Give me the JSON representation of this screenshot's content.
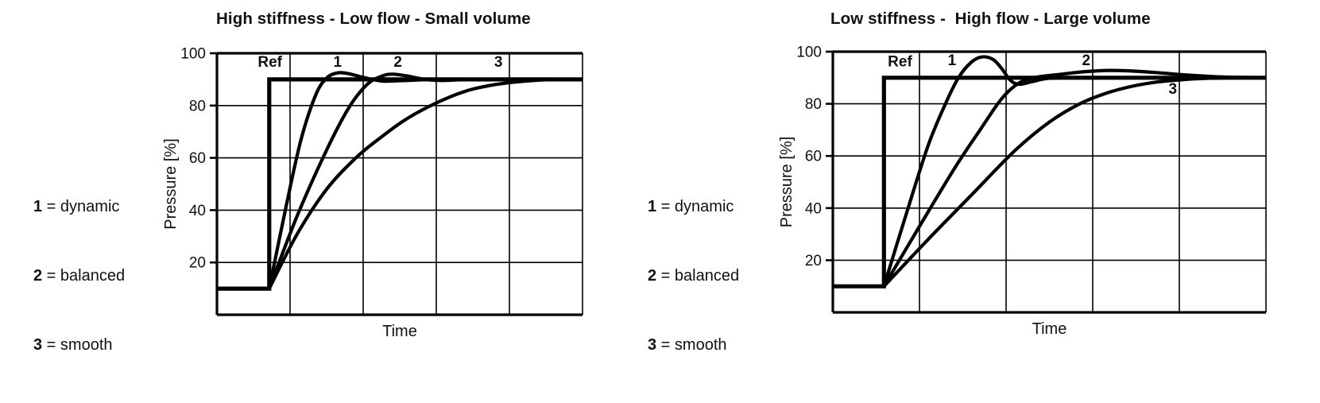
{
  "panels": [
    {
      "id": "left",
      "title": "High stiffness - Low flow - Small volume",
      "legend": {
        "rows": [
          {
            "num": "1",
            "eq": " = ",
            "text": "dynamic"
          },
          {
            "num": "2",
            "eq": " = ",
            "text": "balanced"
          },
          {
            "num": "3",
            "eq": " = ",
            "text": "smooth"
          }
        ]
      },
      "chart_data": {
        "type": "line",
        "title": "High stiffness - Low flow - Small volume",
        "xlabel": "Time",
        "ylabel": "Pressure [%]",
        "ylim": [
          0,
          100
        ],
        "xlim": [
          0,
          1
        ],
        "yticks": [
          20,
          40,
          60,
          80,
          100
        ],
        "ytick_labels": [
          "20",
          "40",
          "60",
          "80",
          "100"
        ],
        "xticks": [
          0.2,
          0.4,
          0.6,
          0.8
        ],
        "xtick_labels": [
          "",
          "",
          "",
          ""
        ],
        "grid": true,
        "legend_position": "inline-annotations",
        "annotations": [
          {
            "label": "Ref",
            "x": 0.145,
            "y": 97
          },
          {
            "label": "1",
            "x": 0.33,
            "y": 97
          },
          {
            "label": "2",
            "x": 0.495,
            "y": 97
          },
          {
            "label": "3",
            "x": 0.77,
            "y": 97
          }
        ],
        "series": [
          {
            "name": "Ref",
            "kind": "step",
            "x": [
              0.0,
              0.143,
              0.143,
              1.0
            ],
            "values": [
              10,
              10,
              90,
              90
            ]
          },
          {
            "name": "1",
            "kind": "dynamic",
            "x": [
              0.143,
              0.19,
              0.23,
              0.27,
              0.3,
              0.33,
              0.36,
              0.4,
              0.45,
              0.5,
              0.6,
              0.75,
              1.0
            ],
            "values": [
              10,
              42,
              67,
              84,
              90.5,
              92.5,
              92.2,
              90.8,
              89.4,
              89.5,
              90,
              90,
              90
            ]
          },
          {
            "name": "2",
            "kind": "balanced",
            "x": [
              0.143,
              0.22,
              0.3,
              0.36,
              0.41,
              0.45,
              0.48,
              0.52,
              0.57,
              0.62,
              0.7,
              0.85,
              1.0
            ],
            "values": [
              10,
              38,
              63,
              79,
              88,
              91.2,
              92,
              91.3,
              90.0,
              89.6,
              90,
              90,
              90
            ]
          },
          {
            "name": "3",
            "kind": "smooth",
            "x": [
              0.143,
              0.22,
              0.3,
              0.38,
              0.45,
              0.52,
              0.6,
              0.68,
              0.76,
              0.84,
              0.92,
              1.0
            ],
            "values": [
              10,
              31,
              48,
              60,
              68,
              75,
              81,
              85.5,
              88,
              89.3,
              90,
              90
            ]
          }
        ]
      }
    },
    {
      "id": "right",
      "title": "Low stiffness -  High flow - Large volume",
      "legend": {
        "rows": [
          {
            "num": "1",
            "eq": " = ",
            "text": "dynamic"
          },
          {
            "num": "2",
            "eq": " = ",
            "text": "balanced"
          },
          {
            "num": "3",
            "eq": " = ",
            "text": "smooth"
          }
        ]
      },
      "chart_data": {
        "type": "line",
        "title": "Low stiffness -  High flow - Large volume",
        "xlabel": "Time",
        "ylabel": "Pressure [%]",
        "ylim": [
          0,
          100
        ],
        "xlim": [
          0,
          1
        ],
        "yticks": [
          20,
          40,
          60,
          80,
          100
        ],
        "ytick_labels": [
          "20",
          "40",
          "60",
          "80",
          "100"
        ],
        "xticks": [
          0.2,
          0.4,
          0.6,
          0.8
        ],
        "xtick_labels": [
          "",
          "",
          "",
          ""
        ],
        "grid": true,
        "legend_position": "inline-annotations",
        "annotations": [
          {
            "label": "Ref",
            "x": 0.155,
            "y": 96.5
          },
          {
            "label": "1",
            "x": 0.275,
            "y": 97
          },
          {
            "label": "2",
            "x": 0.585,
            "y": 97
          },
          {
            "label": "3",
            "x": 0.785,
            "y": 86
          }
        ],
        "series": [
          {
            "name": "Ref",
            "kind": "step",
            "x": [
              0.0,
              0.118,
              0.118,
              1.0
            ],
            "values": [
              10,
              10,
              90,
              90
            ]
          },
          {
            "name": "1",
            "kind": "dynamic",
            "x": [
              0.118,
              0.17,
              0.22,
              0.26,
              0.29,
              0.32,
              0.345,
              0.37,
              0.39,
              0.41,
              0.43,
              0.46,
              0.5,
              0.58,
              0.7,
              1.0
            ],
            "values": [
              10,
              38,
              64,
              80,
              90,
              96,
              98,
              97,
              93.5,
              89,
              87.5,
              88.5,
              89.8,
              90,
              90,
              90
            ]
          },
          {
            "name": "2",
            "kind": "balanced",
            "x": [
              0.118,
              0.2,
              0.28,
              0.34,
              0.39,
              0.43,
              0.47,
              0.52,
              0.58,
              0.64,
              0.7,
              0.76,
              0.82,
              0.9,
              1.0
            ],
            "values": [
              10,
              33,
              55,
              70,
              82,
              88,
              90.2,
              91.2,
              92.3,
              92.8,
              92.5,
              91.8,
              91.0,
              90.3,
              90
            ]
          },
          {
            "name": "3",
            "kind": "smooth",
            "x": [
              0.118,
              0.22,
              0.32,
              0.42,
              0.5,
              0.57,
              0.63,
              0.69,
              0.75,
              0.81,
              0.87,
              0.93,
              1.0
            ],
            "values": [
              10,
              28,
              45,
              62,
              73,
              80,
              84,
              86.7,
              88.4,
              89.3,
              89.8,
              90,
              90
            ]
          }
        ]
      }
    }
  ]
}
